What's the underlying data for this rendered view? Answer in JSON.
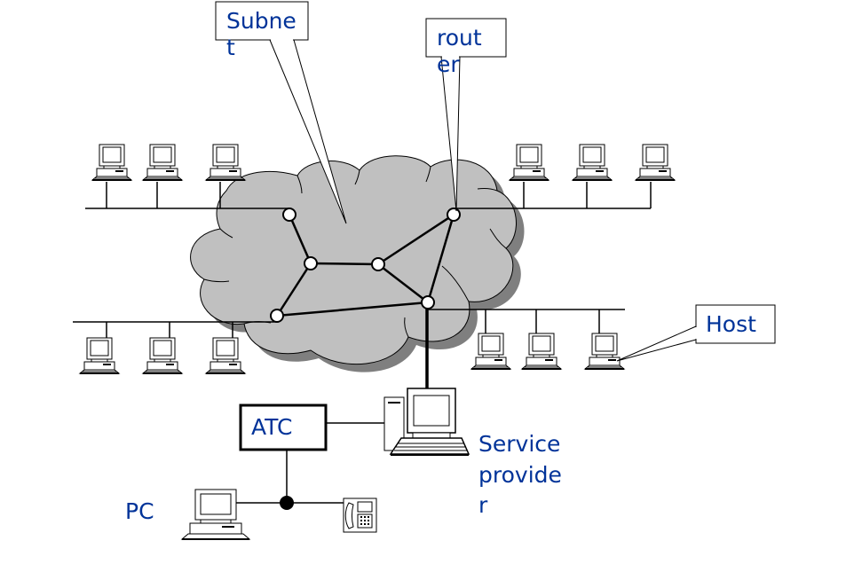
{
  "labels": {
    "subnet": [
      "Subne",
      "t"
    ],
    "router": [
      "rout",
      "er"
    ],
    "host": "Host",
    "atc": "ATC",
    "pc": "PC",
    "service_provider": [
      "Service",
      "provide",
      "r"
    ]
  },
  "icons": {
    "host_computer": "desktop-computer-icon",
    "telephone": "telephone-icon"
  },
  "colors": {
    "label_text": "#003399",
    "cloud": "#c0c0c0",
    "cloud_shadow": "#7f7f7f"
  }
}
